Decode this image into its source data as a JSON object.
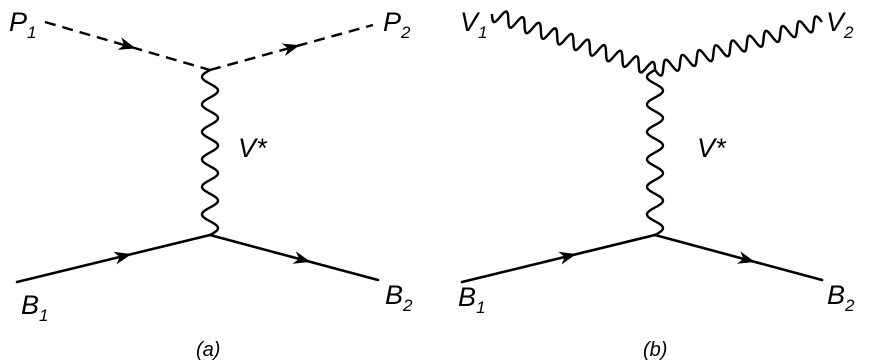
{
  "diagrams": [
    {
      "caption": "(a)",
      "top_left": {
        "base": "P",
        "sub": "1"
      },
      "top_right": {
        "base": "P",
        "sub": "2"
      },
      "propagator": "V*",
      "bottom_left": {
        "base": "B",
        "sub": "1"
      },
      "bottom_right": {
        "base": "B",
        "sub": "2"
      }
    },
    {
      "caption": "(b)",
      "top_left": {
        "base": "V",
        "sub": "1"
      },
      "top_right": {
        "base": "V",
        "sub": "2"
      },
      "propagator": "V*",
      "bottom_left": {
        "base": "B",
        "sub": "1"
      },
      "bottom_right": {
        "base": "B",
        "sub": "2"
      }
    }
  ]
}
